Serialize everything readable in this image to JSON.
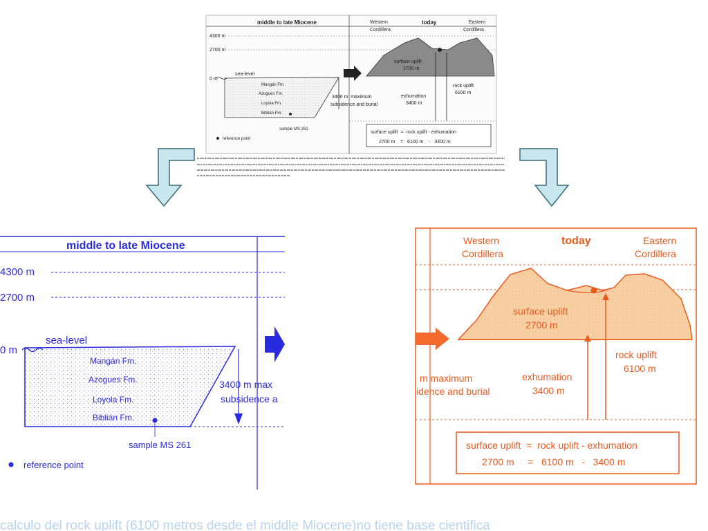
{
  "colors": {
    "blue": "#2a2ae0",
    "orange": "#ea5a1e",
    "arrow": "#c7e6ee",
    "caption": "#b9d3ee"
  },
  "top_figure": {
    "title_left": "middle to late Miocene",
    "title_western": "Western",
    "title_western2": "Cordillera",
    "title_today": "today",
    "title_eastern": "Eastern",
    "title_eastern2": "Cordillera",
    "level_4300": "4300 m",
    "level_2700": "2700 m",
    "level_0": "0 m",
    "sea_level": "sea-level",
    "fm_mangan": "Mangán Fm.",
    "fm_azogues": "Azogues Fm.",
    "fm_loyola": "Loyola Fm.",
    "fm_biblian": "Biblián Fm.",
    "sample": "sample MS 261",
    "reference": "reference point",
    "subsidence_1": "3400 m  maximum",
    "subsidence_2": "subsidence and burial",
    "surface_uplift_1": "surface uplift",
    "surface_uplift_2": "2700 m",
    "exhumation_1": "exhumation",
    "exhumation_2": "3400 m",
    "rock_uplift_1": "rock uplift",
    "rock_uplift_2": "6100 m",
    "eq_1": "surface uplift  =  rock uplift - exhumation",
    "eq_2": "2700 m    =   6100 m    -   3400 m"
  },
  "left_zoom": {
    "title": "middle to late Miocene",
    "level_4300": "4300 m",
    "level_2700": "2700 m",
    "level_0": "0 m",
    "sea_level": "sea-level",
    "fm_mangan": "Mangán Fm.",
    "fm_azogues": "Azogues Fm.",
    "fm_loyola": "Loyola Fm.",
    "fm_biblian": "Biblián Fm.",
    "subsidence_1": "3400 m max",
    "subsidence_2": "subsidence a",
    "sample": "sample MS 261",
    "reference": "reference point"
  },
  "right_zoom": {
    "western_1": "Western",
    "western_2": "Cordillera",
    "today": "today",
    "eastern_1": "Eastern",
    "eastern_2": "Cordillera",
    "surface_uplift_1": "surface uplift",
    "surface_uplift_2": "2700 m",
    "rock_uplift_1": "rock uplift",
    "rock_uplift_2": "6100 m",
    "max_1": "m maximum",
    "max_2": "idence and burial",
    "exhumation_1": "exhumation",
    "exhumation_2": "3400 m",
    "eq_1": "surface uplift  =  rock uplift - exhumation",
    "eq_2": "2700 m     =   6100 m   -   3400 m"
  },
  "caption": "calculo del rock uplift (6100 metros desde el middle Miocene)no tiene base cientifica"
}
